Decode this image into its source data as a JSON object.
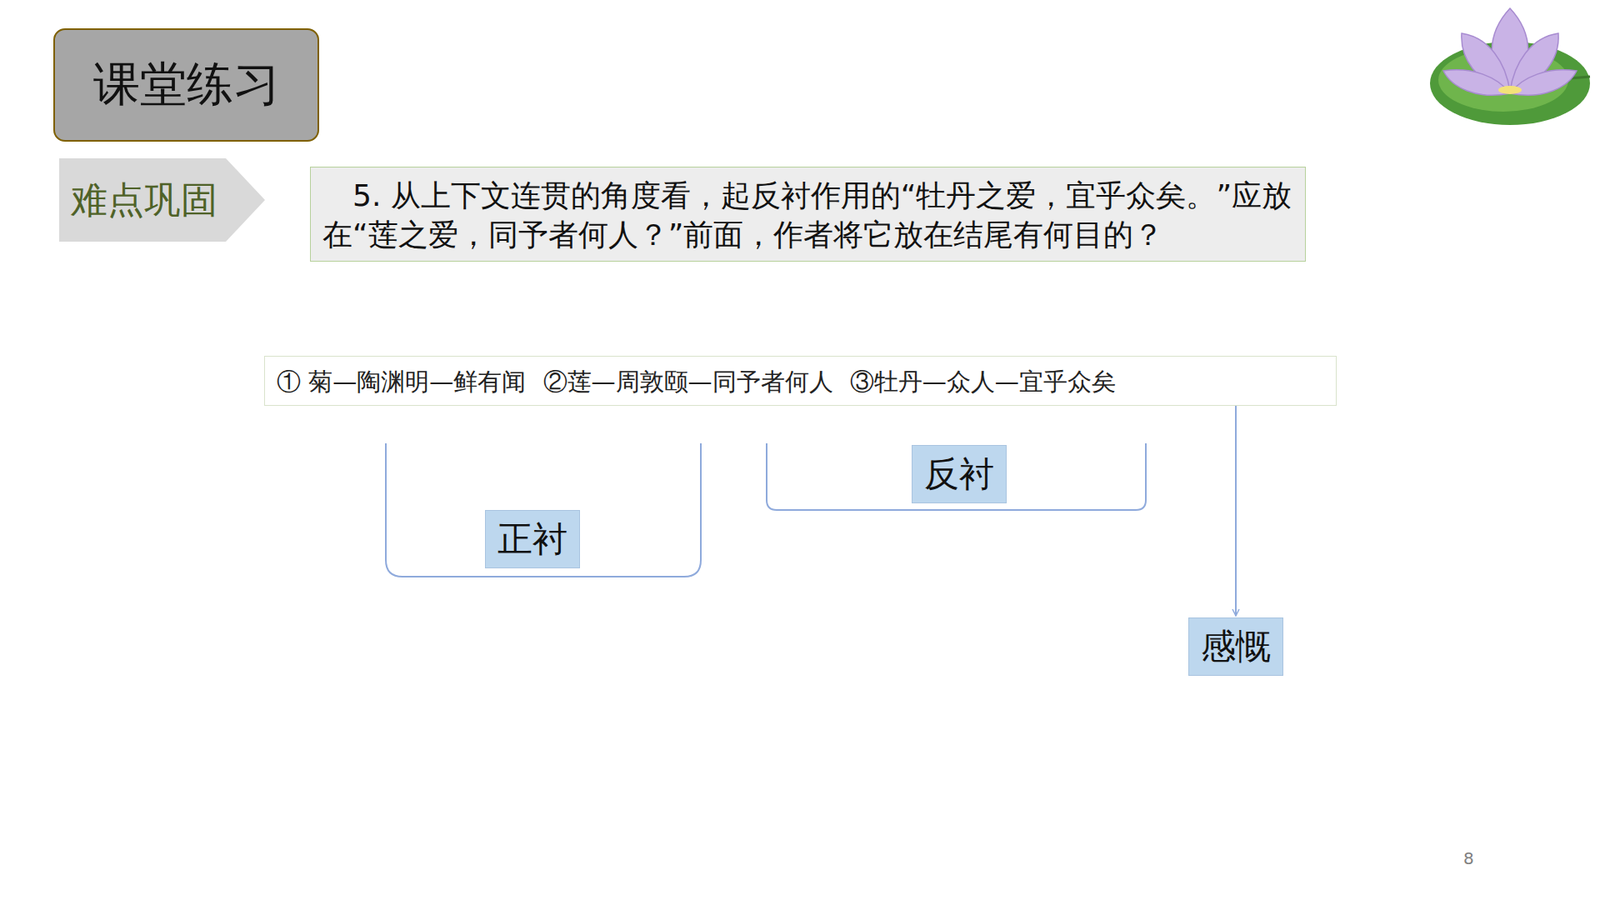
{
  "diagram": {
    "title": "课堂练习",
    "nodes": [
      {
        "text": [
          "难点巩固"
        ]
      },
      {
        "text": [
          "5. 从上下文连贯的角度看，起反衬作用的“牡丹之爱，宜乎众矣。”应放在“莲之爱，同予者何人？”前面，作者将它放在结尾有何目的？"
        ]
      },
      {
        "text": [
          "① 菊—陶渊明—鲜有闻",
          "②莲—周敦颐—同予者何人",
          "③牡丹—众人—宜乎众矣"
        ]
      },
      {
        "text": [
          "反衬"
        ]
      },
      {
        "text": [
          "正衬"
        ]
      },
      {
        "text": [
          "感慨"
        ]
      }
    ],
    "edges": [
      {
        "from": 2,
        "to": 5,
        "arrow": "to"
      }
    ],
    "labels": [
      "8"
    ]
  }
}
